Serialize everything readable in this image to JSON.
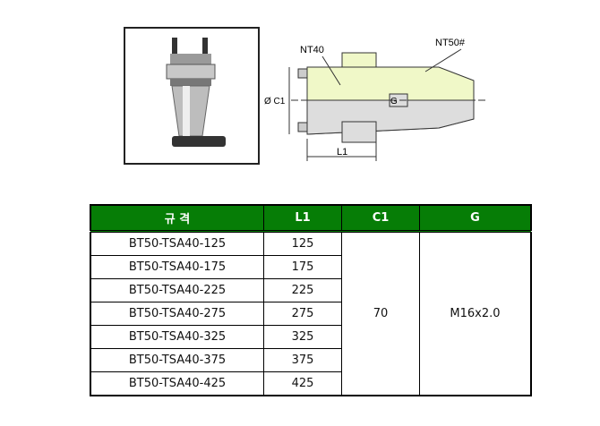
{
  "drawing": {
    "label_nt40": "NT40",
    "label_nt50": "NT50#",
    "label_c1": "Ø C1",
    "label_l1": "L1",
    "label_g": "G"
  },
  "table": {
    "headers": [
      "규 격",
      "L1",
      "C1",
      "G"
    ],
    "rows": [
      {
        "spec": "BT50-TSA40-125",
        "l1": "125"
      },
      {
        "spec": "BT50-TSA40-175",
        "l1": "175"
      },
      {
        "spec": "BT50-TSA40-225",
        "l1": "225"
      },
      {
        "spec": "BT50-TSA40-275",
        "l1": "275"
      },
      {
        "spec": "BT50-TSA40-325",
        "l1": "325"
      },
      {
        "spec": "BT50-TSA40-375",
        "l1": "375"
      },
      {
        "spec": "BT50-TSA40-425",
        "l1": "425"
      }
    ],
    "c1": "70",
    "g": "M16x2.0"
  },
  "colors": {
    "header": "#067d06",
    "drawing_fill": "#f0f8c8"
  }
}
